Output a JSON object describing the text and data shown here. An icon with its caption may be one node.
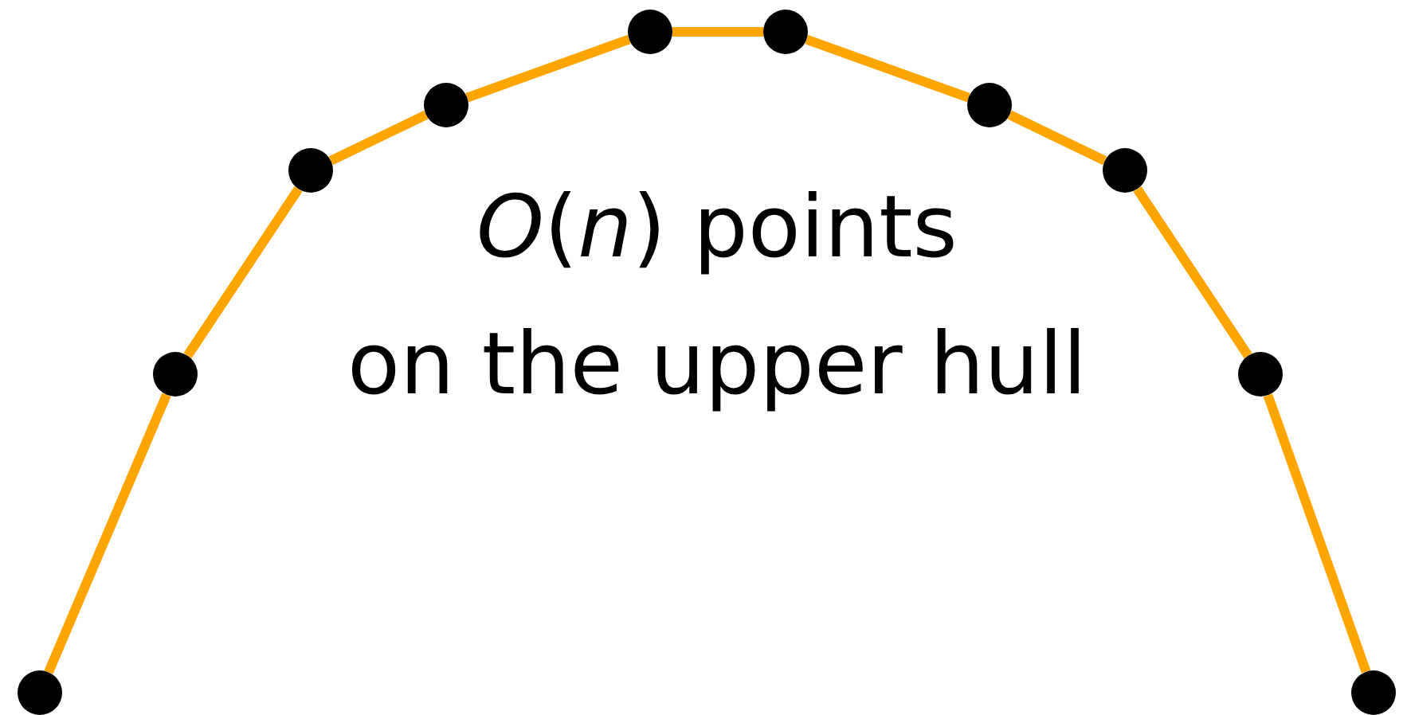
{
  "diagram": {
    "nodes": [
      {
        "text": [],
        "shape": "circle"
      },
      {
        "text": [],
        "shape": "circle"
      },
      {
        "text": [],
        "shape": "circle"
      },
      {
        "text": [],
        "shape": "circle"
      },
      {
        "text": [],
        "shape": "circle"
      },
      {
        "text": [],
        "shape": "circle"
      },
      {
        "text": [],
        "shape": "circle"
      },
      {
        "text": [],
        "shape": "circle"
      },
      {
        "text": [],
        "shape": "circle"
      },
      {
        "text": [],
        "shape": "circle"
      }
    ],
    "edges": [
      {
        "from": 0,
        "to": 1,
        "arrow": "none"
      },
      {
        "from": 1,
        "to": 2,
        "arrow": "none"
      },
      {
        "from": 2,
        "to": 3,
        "arrow": "none"
      },
      {
        "from": 3,
        "to": 4,
        "arrow": "none"
      },
      {
        "from": 4,
        "to": 5,
        "arrow": "none"
      },
      {
        "from": 5,
        "to": 6,
        "arrow": "none"
      },
      {
        "from": 6,
        "to": 7,
        "arrow": "none"
      },
      {
        "from": 7,
        "to": 8,
        "arrow": "none"
      },
      {
        "from": 8,
        "to": 9,
        "arrow": "none"
      }
    ],
    "labels": [
      "*O*(*n*) points on the upper hull"
    ]
  }
}
